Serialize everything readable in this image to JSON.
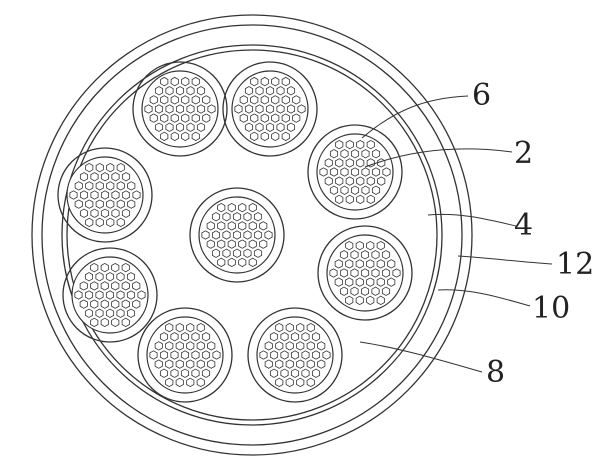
{
  "labels": {
    "l6": "6",
    "l2": "2",
    "l4": "4",
    "l12": "12",
    "l10": "10",
    "l8": "8"
  }
}
